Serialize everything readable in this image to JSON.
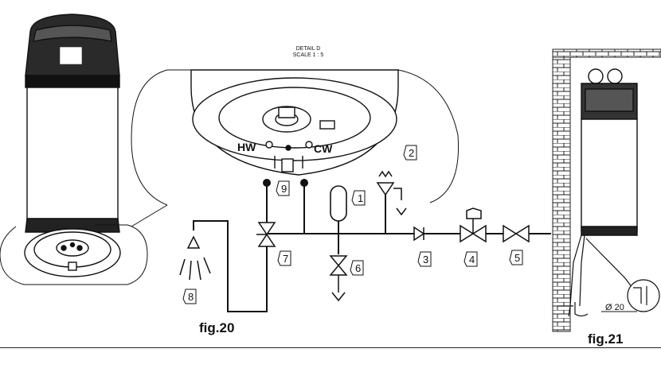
{
  "detail": {
    "title": "DETAIL D",
    "scale": "SCALE 1 : 5"
  },
  "ports": {
    "hot_water": "HW",
    "cold_water": "CW"
  },
  "components": [
    {
      "number": "1"
    },
    {
      "number": "2"
    },
    {
      "number": "3"
    },
    {
      "number": "4"
    },
    {
      "number": "5"
    },
    {
      "number": "6"
    },
    {
      "number": "7"
    },
    {
      "number": "8"
    },
    {
      "number": "9"
    }
  ],
  "figures": {
    "left": "fig.20",
    "right": "fig.21"
  },
  "dimension": {
    "diameter": "Ø 20"
  },
  "colors": {
    "line": "#111111",
    "background": "#ffffff"
  }
}
